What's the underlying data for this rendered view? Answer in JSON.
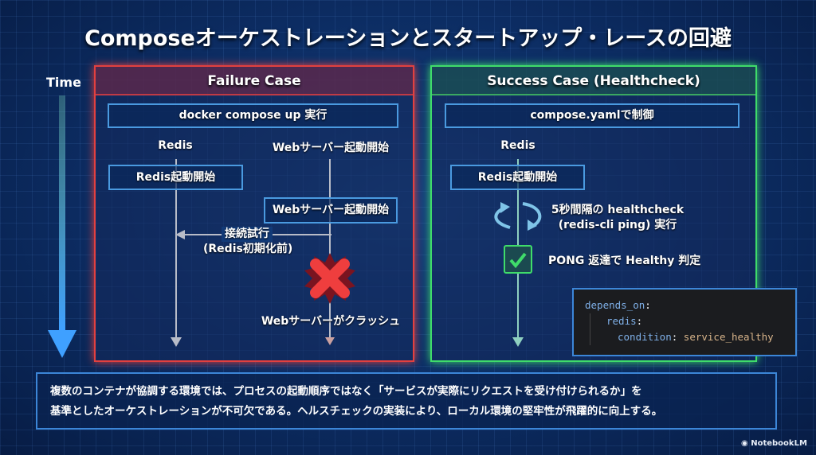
{
  "title": "Composeオーケストレーションとスタートアップ・レースの回避",
  "time_label": "Time",
  "failure": {
    "header": "Failure Case",
    "command": "docker compose up 実行",
    "redis_label": "Redis",
    "web_label": "Webサーバー起動開始",
    "redis_box": "Redis起動開始",
    "web_box": "Webサーバー起動開始",
    "connect_line1": "接続試行",
    "connect_line2": "(Redis初期化前)",
    "crash": "Webサーバーがクラッシュ"
  },
  "success": {
    "header": "Success Case (Healthcheck)",
    "command": "compose.yamlで制御",
    "redis_label": "Redis",
    "redis_box": "Redis起動開始",
    "hc_line1": "5秒間隔の healthcheck",
    "hc_line2": "(redis-cli ping) 実行",
    "pong": "PONG 返達で Healthy 判定"
  },
  "code": {
    "l1_key": "depends_on",
    "l2_key": "redis",
    "l3_key": "condition",
    "l3_val": "service_healthy"
  },
  "summary": {
    "line1": "複数のコンテナが協調する環境では、プロセスの起動順序ではなく「サービスが実際にリクエストを受け付けられるか」を",
    "line2": "基準としたオーケストレーションが不可欠である。ヘルスチェックの実装により、ローカル環境の堅牢性が飛躍的に向上する。"
  },
  "brand": "NotebookLM",
  "colors": {
    "failure": "#e2403f",
    "success": "#3fdc6a",
    "accent": "#4a9ae0"
  }
}
